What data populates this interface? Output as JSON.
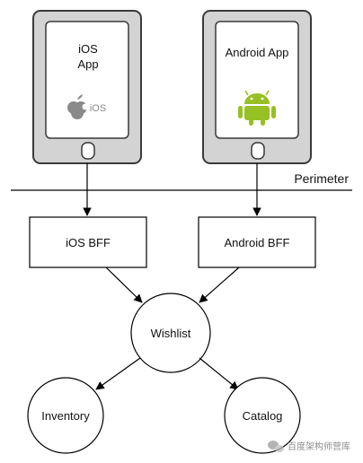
{
  "phones": {
    "ios": {
      "label_line1": "iOS",
      "label_line2": "App",
      "logo_text": "iOS"
    },
    "android": {
      "label": "Android App"
    }
  },
  "perimeter_label": "Perimeter",
  "boxes": {
    "ios_bff": "iOS BFF",
    "android_bff": "Android BFF"
  },
  "circles": {
    "wishlist": "Wishlist",
    "inventory": "Inventory",
    "catalog": "Catalog"
  },
  "watermark": "百度架构师营库",
  "colors": {
    "phone_body": "#d3d3d3",
    "phone_outline": "#3a3a3a",
    "screen": "#ffffff",
    "android_green": "#97c024",
    "apple_gray": "#8a8a8a",
    "line": "#000000"
  },
  "icons": [
    "apple-logo-icon",
    "android-robot-icon",
    "wechat-icon"
  ]
}
